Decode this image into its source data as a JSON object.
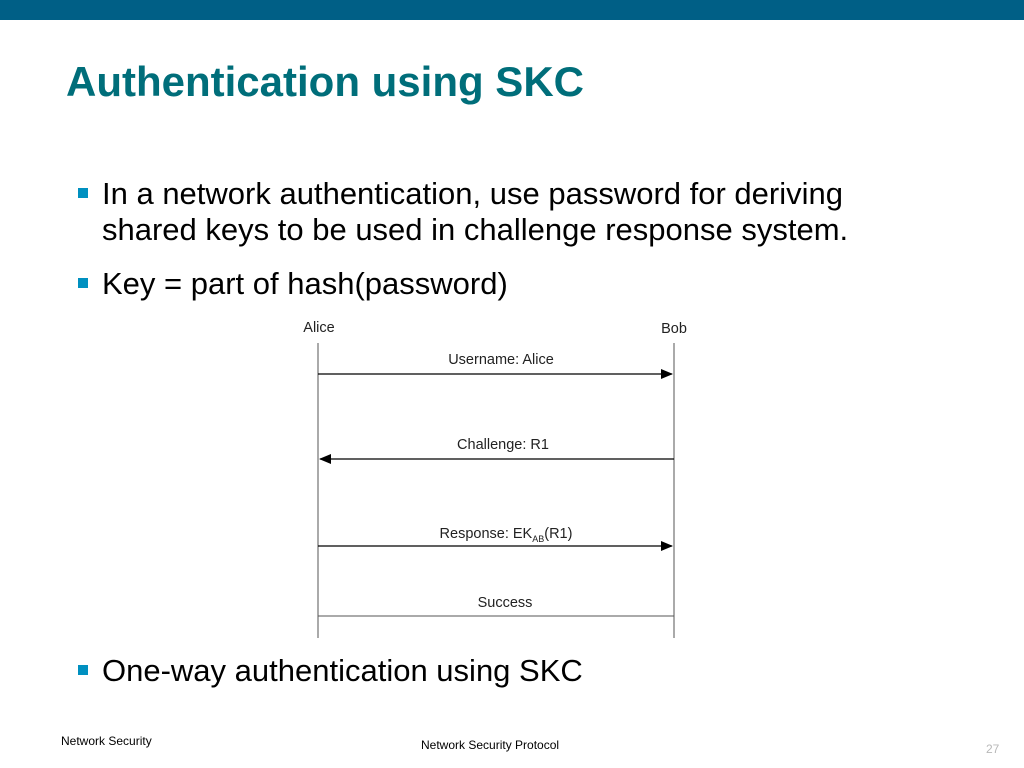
{
  "slide": {
    "title": "Authentication using SKC",
    "bullets": [
      {
        "line1": "In a network authentication, use password for deriving",
        "line2": "shared keys to be used in challenge response system."
      },
      {
        "line1": "Key = part of  hash(password)"
      },
      {
        "line1": "One-way authentication using SKC"
      }
    ]
  },
  "diagram": {
    "party_left": "Alice",
    "party_right": "Bob",
    "messages": [
      {
        "label": "Username: Alice",
        "direction": "right"
      },
      {
        "label": "Challenge: R1",
        "direction": "left"
      },
      {
        "label_prefix": "Response: EK",
        "label_subscript": "AB",
        "label_suffix": "(R1)",
        "direction": "right"
      },
      {
        "label": "Success",
        "direction": "none"
      }
    ]
  },
  "footer": {
    "left": "Network Security",
    "center": "Network Security Protocol",
    "page_number": "27"
  },
  "colors": {
    "top_bar": "#005f86",
    "title": "#006e7a",
    "bullet_marker": "#0090c0"
  }
}
